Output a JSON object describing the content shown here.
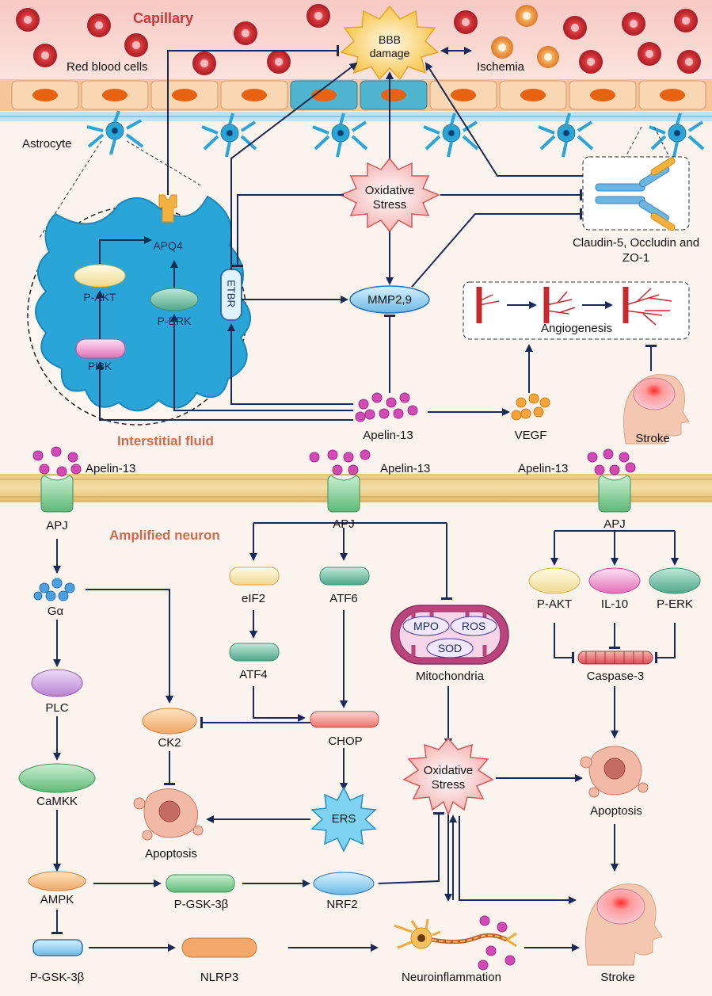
{
  "sections": {
    "capillary": "Capillary",
    "interstitial": "Interstitial fluid",
    "neuron": "Amplified neuron"
  },
  "top": {
    "red_blood_cells": "Red blood cells",
    "bbb_damage": "BBB damage",
    "ischemia": "Ischemia",
    "astrocyte": "Astrocyte",
    "oxidative_stress": "Oxidative Stress",
    "tight_junction": "Claudin-5, Occludin and ZO-1",
    "mmp": "MMP2,9",
    "angiogenesis": "Angiogenesis",
    "apq4": "APQ4",
    "p_akt": "P-AKT",
    "p_erk": "P-ERK",
    "pi3k": "PI3K",
    "etbr": "ETBR",
    "apelin": "Apelin-13",
    "vegf": "VEGF",
    "stroke": "Stroke"
  },
  "neuron": {
    "apelin_left": "Apelin-13",
    "apelin_mid": "Apelin-13",
    "apelin_right": "Apelin-13",
    "apj_left": "APJ",
    "apj_mid": "APJ",
    "apj_right": "APJ",
    "galpha": "Gα",
    "plc": "PLC",
    "camkk": "CaMKK",
    "ampk": "AMPK",
    "p_gsk_left": "P-GSK-3β",
    "nlrp3": "NLRP3",
    "ck2": "CK2",
    "apoptosis_left": "Apoptosis",
    "eif2": "eIF2",
    "atf4": "ATF4",
    "atf6": "ATF6",
    "chop": "CHOP",
    "ers": "ERS",
    "p_gsk_mid": "P-GSK-3β",
    "nrf2": "NRF2",
    "mpo": "MPO",
    "ros": "ROS",
    "sod": "SOD",
    "mitochondria": "Mitochondria",
    "oxidative_stress": "Oxidative Stress",
    "neuroinflammation": "Neuroinflammation",
    "p_akt": "P-AKT",
    "il10": "IL-10",
    "p_erk": "P-ERK",
    "caspase3": "Caspase-3",
    "apoptosis_right": "Apoptosis",
    "stroke": "Stroke"
  },
  "colors": {
    "navy_arrow": "#1b2a55",
    "capillary_red": "#c83a3a",
    "section_orange": "#cf6a4e",
    "astrocyte_blue": "#2aa5d8",
    "membrane_tan": "#d9b46a",
    "receptor_green": "#8fcf9b"
  }
}
